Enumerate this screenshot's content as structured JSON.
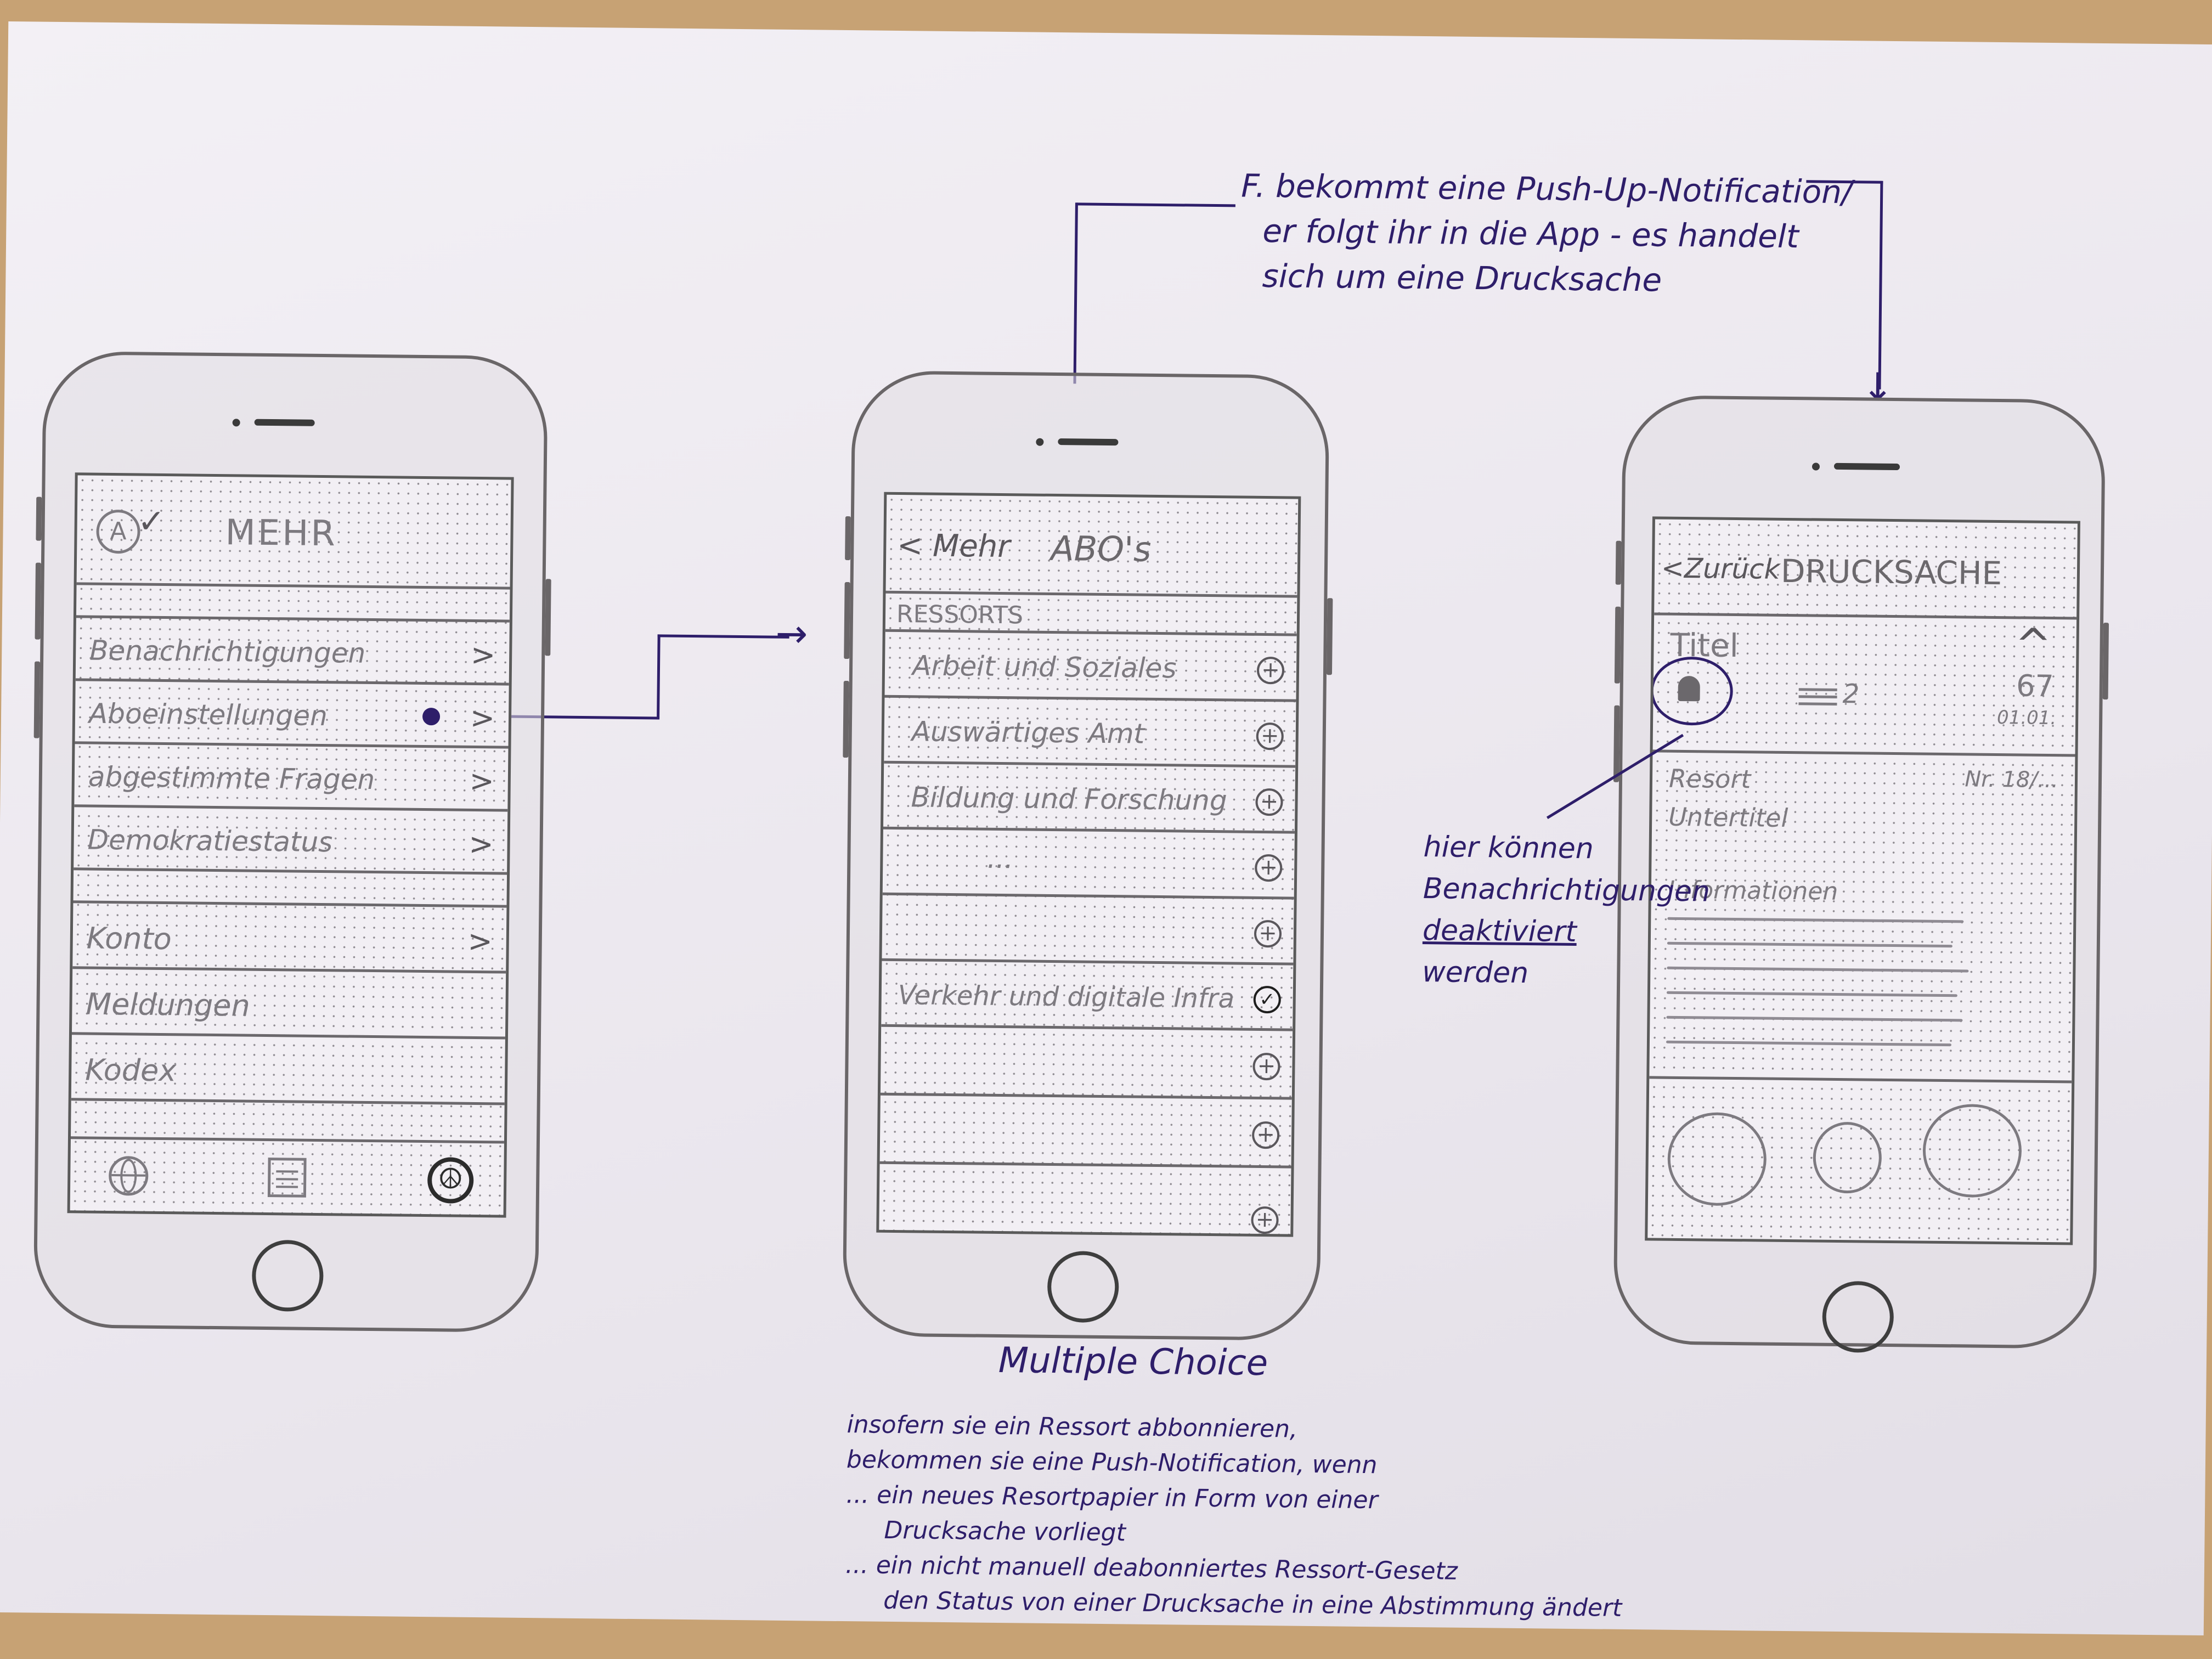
{
  "annotations": {
    "top_note": [
      "F. bekommt eine Push-Up-Notification/",
      "er folgt ihr in die App - es handelt",
      "sich um eine Drucksache"
    ],
    "multiple_choice": "Multiple Choice",
    "bottom_note": [
      "insofern sie ein Ressort abbonnieren,",
      "bekommen sie eine Push-Notification, wenn",
      "... ein neues Resortpapier in Form von einer",
      "Drucksache vorliegt",
      "... ein nicht manuell deabonniertes Ressort-Gesetz",
      "den Status von einer Drucksache in eine Abstimmung ändert"
    ],
    "side_note": [
      "hier können",
      "Benachrichtigungen",
      "deaktiviert",
      "werden"
    ]
  },
  "phone1": {
    "title": "MEHR",
    "items": [
      "Benachrichtigungen",
      "Aboeinstellungen",
      "abgestimmte Fragen",
      "Demokratiestatus"
    ],
    "items2": [
      "Konto",
      "Meldungen",
      "Kodex"
    ],
    "chevron": ">",
    "tabbar": [
      "globe-icon",
      "document-icon",
      "peace-icon"
    ]
  },
  "phone2": {
    "back": "< Mehr",
    "title": "ABO's",
    "section": "RESSORTS",
    "items": [
      "Arbeit und Soziales",
      "Auswärtiges Amt",
      "Bildung und Forschung",
      "...",
      "",
      "Verkehr und digitale Infra",
      "",
      ""
    ],
    "plus": "+",
    "check": "✓"
  },
  "phone3": {
    "back": "<Zurück",
    "title": "DRUCKSACHE",
    "titel": "Titel",
    "caret": "^",
    "count": "67",
    "date": "01.01.",
    "comments": "2",
    "resort": "Resort",
    "nr": "Nr. 18/...",
    "untertitel": "Untertitel",
    "informationen": "Informationen"
  }
}
